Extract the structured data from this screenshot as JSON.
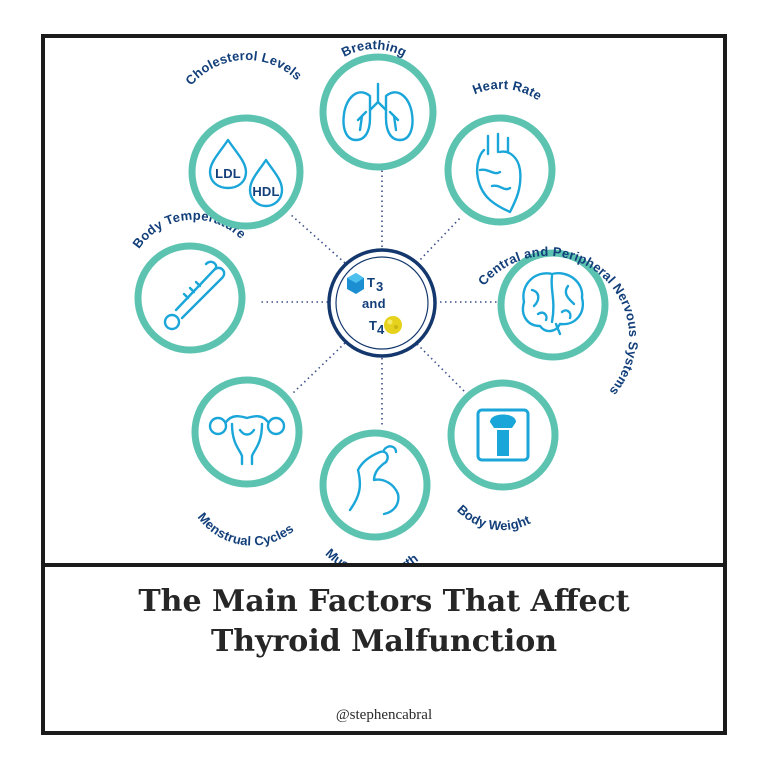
{
  "title": {
    "line1": "The Main Factors That Affect",
    "line2": "Thyroid Malfunction"
  },
  "handle": "@stephencabral",
  "center": {
    "t3": "T",
    "t3_sub": "3",
    "and": "and",
    "t4": "T",
    "t4_sub": "4"
  },
  "factors": [
    {
      "id": "breathing",
      "label": "Breathing",
      "icon": "lungs-icon"
    },
    {
      "id": "heart-rate",
      "label": "Heart Rate",
      "icon": "heart-icon"
    },
    {
      "id": "nervous",
      "label": "Central and Peripheral Nervous Systems",
      "icon": "brain-icon"
    },
    {
      "id": "body-weight",
      "label": "Body Weight",
      "icon": "scale-icon"
    },
    {
      "id": "muscle",
      "label": "Muscle Strength",
      "icon": "flexed-arm-icon"
    },
    {
      "id": "menstrual",
      "label": "Menstrual Cycles",
      "icon": "uterus-icon"
    },
    {
      "id": "temperature",
      "label": "Body Temperature",
      "icon": "thermometer-icon"
    },
    {
      "id": "cholesterol",
      "label": "Cholesterol Levels",
      "icon": "droplets-icon"
    }
  ],
  "droplets": {
    "ldl": "LDL",
    "hdl": "HDL"
  },
  "colors": {
    "ring": "#5cc3b1",
    "icon": "#1aa6d9",
    "label": "#123f7a",
    "center_ring": "#14386e",
    "t3_cube": "#1b8fd1",
    "t4_ball": "#e6d21c",
    "frame": "#1b1b1b"
  }
}
